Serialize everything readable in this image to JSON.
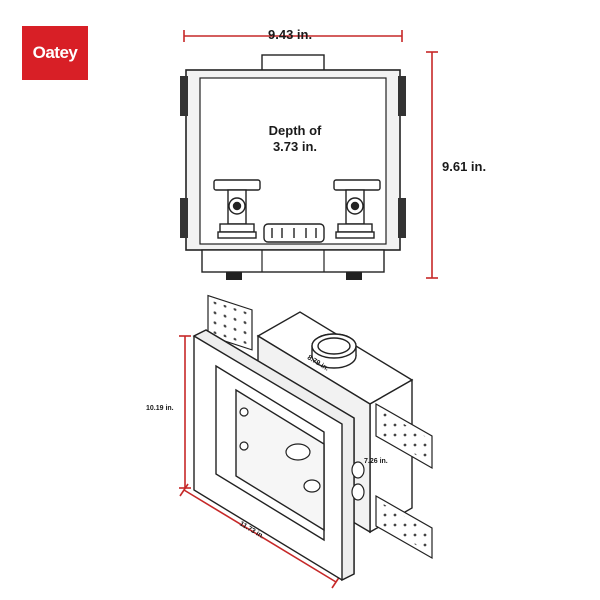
{
  "brand": {
    "logo_text": "Oatey",
    "logo_color": "#d81f26"
  },
  "dimensions": {
    "front_width": "9.43 in.",
    "front_height": "9.61 in.",
    "depth_line1": "Depth of",
    "depth_line2": "3.73 in.",
    "flange_height": "10.19 in.",
    "flange_width": "11.73 in.",
    "box_width": "8.79 in.",
    "box_height": "7.26 in."
  },
  "colors": {
    "dimension_line": "#c62828",
    "outline": "#222222",
    "panel": "#f2f2f2"
  }
}
